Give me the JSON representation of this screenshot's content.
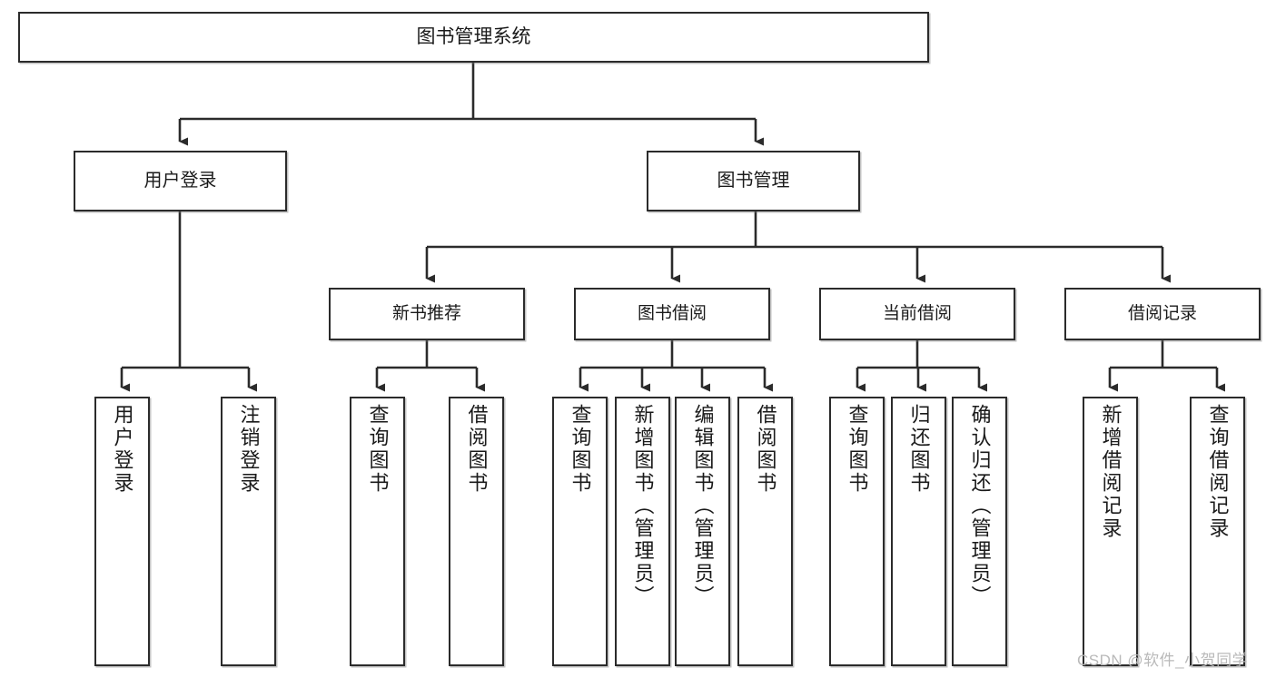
{
  "diagram": {
    "type": "tree-hierarchy",
    "title": "图书管理系统",
    "root": {
      "label": "图书管理系统"
    },
    "level2": [
      {
        "label": "用户登录"
      },
      {
        "label": "图书管理"
      }
    ],
    "level3": [
      {
        "label": "新书推荐"
      },
      {
        "label": "图书借阅"
      },
      {
        "label": "当前借阅"
      },
      {
        "label": "借阅记录"
      }
    ],
    "leaves": {
      "user_login": [
        {
          "label": "用户登录"
        },
        {
          "label": "注销登录"
        }
      ],
      "new_book_recommend": [
        {
          "label": "查询图书"
        },
        {
          "label": "借阅图书"
        }
      ],
      "book_borrow": [
        {
          "label": "查询图书"
        },
        {
          "label": "新增图书（管理员）"
        },
        {
          "label": "编辑图书（管理员）"
        },
        {
          "label": "借阅图书"
        }
      ],
      "current_borrow": [
        {
          "label": "查询图书"
        },
        {
          "label": "归还图书"
        },
        {
          "label": "确认归还（管理员）"
        }
      ],
      "borrow_record": [
        {
          "label": "新增借阅记录"
        },
        {
          "label": "查询借阅记录"
        }
      ]
    },
    "watermark": "CSDN @软件_小贺同学",
    "colors": {
      "stroke": "#2b2b2b",
      "fill": "#ffffff",
      "text": "#1a1a1a",
      "watermark": "#b9b9b9"
    }
  }
}
